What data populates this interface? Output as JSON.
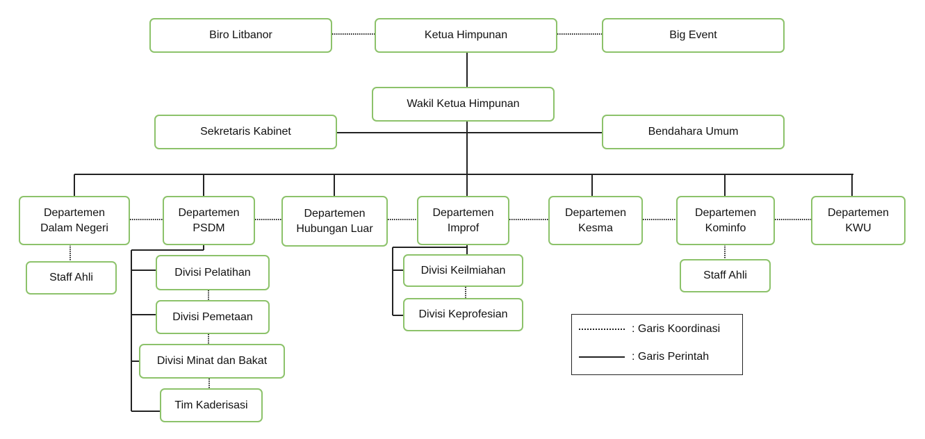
{
  "chart": {
    "top": {
      "ketua": "Ketua Himpunan",
      "biro": "Biro Litbanor",
      "big_event": "Big Event",
      "wakil": "Wakil Ketua Himpunan",
      "sekretaris": "Sekretaris Kabinet",
      "bendahara": "Bendahara Umum"
    },
    "departments": [
      {
        "line1": "Departemen",
        "line2": "Dalam Negeri"
      },
      {
        "line1": "Departemen",
        "line2": "PSDM"
      },
      {
        "line1": "Departemen",
        "line2": "Hubungan Luar"
      },
      {
        "line1": "Departemen",
        "line2": "Improf"
      },
      {
        "line1": "Departemen",
        "line2": "Kesma"
      },
      {
        "line1": "Departemen",
        "line2": "Kominfo"
      },
      {
        "line1": "Departemen",
        "line2": "KWU"
      }
    ],
    "staff_dn": "Staff Ahli",
    "staff_kominfo": "Staff Ahli",
    "psdm_divisions": [
      "Divisi Pelatihan",
      "Divisi Pemetaan",
      "Divisi Minat dan Bakat",
      "Tim Kaderisasi"
    ],
    "improf_divisions": [
      "Divisi Keilmiahan",
      "Divisi Keprofesian"
    ]
  },
  "legend": {
    "coordination": ": Garis Koordinasi",
    "command": ": Garis Perintah"
  },
  "colors": {
    "box_border": "#8cc26a",
    "line": "#222222"
  }
}
